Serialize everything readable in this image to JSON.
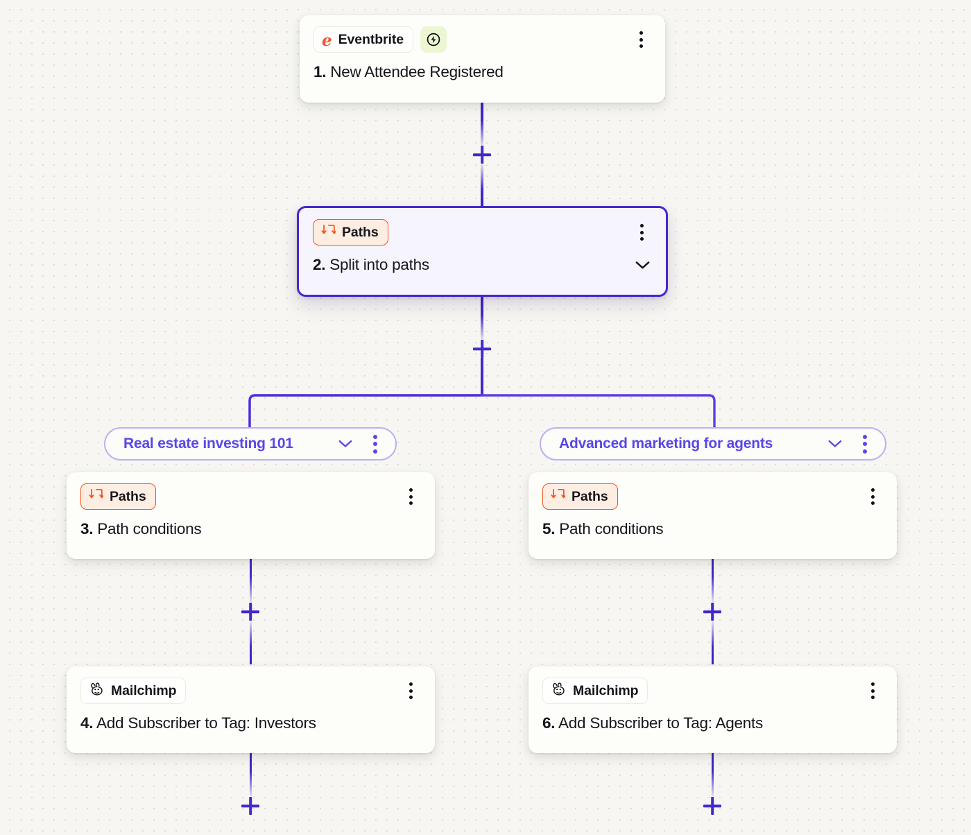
{
  "canvas": {
    "background_color": "#F7F6F2",
    "dot_color": "#E0DCD2",
    "accent_purple": "#4726CC",
    "accent_purple_light": "#5A46E8",
    "accent_orange": "#F2561D",
    "eventbrite_orange": "#F05537",
    "trigger_badge_bg": "#ECF6D2"
  },
  "nodes": [
    {
      "id": "step-1",
      "app": "Eventbrite",
      "app_icon": "eventbrite-icon",
      "badge_icon": "lightning-bolt-icon",
      "number": "1.",
      "title": "New Attendee Registered",
      "menu_icon": "kebab-menu-icon",
      "selected": false
    },
    {
      "id": "step-2",
      "app": "Paths",
      "app_icon": "paths-icon",
      "number": "2.",
      "title": "Split into paths",
      "menu_icon": "kebab-menu-icon",
      "chevron_icon": "chevron-down-icon",
      "selected": true
    },
    {
      "id": "step-3",
      "app": "Paths",
      "app_icon": "paths-icon",
      "number": "3.",
      "title": "Path conditions",
      "menu_icon": "kebab-menu-icon",
      "selected": false
    },
    {
      "id": "step-4",
      "app": "Mailchimp",
      "app_icon": "mailchimp-icon",
      "number": "4.",
      "title": "Add Subscriber to Tag: Investors",
      "menu_icon": "kebab-menu-icon",
      "selected": false
    },
    {
      "id": "step-5",
      "app": "Paths",
      "app_icon": "paths-icon",
      "number": "5.",
      "title": "Path conditions",
      "menu_icon": "kebab-menu-icon",
      "selected": false
    },
    {
      "id": "step-6",
      "app": "Mailchimp",
      "app_icon": "mailchimp-icon",
      "number": "6.",
      "title": "Add Subscriber to Tag: Agents",
      "menu_icon": "kebab-menu-icon",
      "selected": false
    }
  ],
  "branches": [
    {
      "id": "branch-left",
      "label": "Real estate investing 101",
      "chevron_icon": "chevron-down-icon",
      "menu_icon": "kebab-menu-icon"
    },
    {
      "id": "branch-right",
      "label": "Advanced marketing for agents",
      "chevron_icon": "chevron-down-icon",
      "menu_icon": "kebab-menu-icon"
    }
  ],
  "add_buttons": [
    {
      "id": "add-step-after-1",
      "icon": "plus-icon"
    },
    {
      "id": "add-step-after-2",
      "icon": "plus-icon"
    },
    {
      "id": "add-step-after-3",
      "icon": "plus-icon"
    },
    {
      "id": "add-step-after-4",
      "icon": "plus-icon"
    },
    {
      "id": "add-step-after-5",
      "icon": "plus-icon"
    },
    {
      "id": "add-step-after-6",
      "icon": "plus-icon"
    }
  ]
}
